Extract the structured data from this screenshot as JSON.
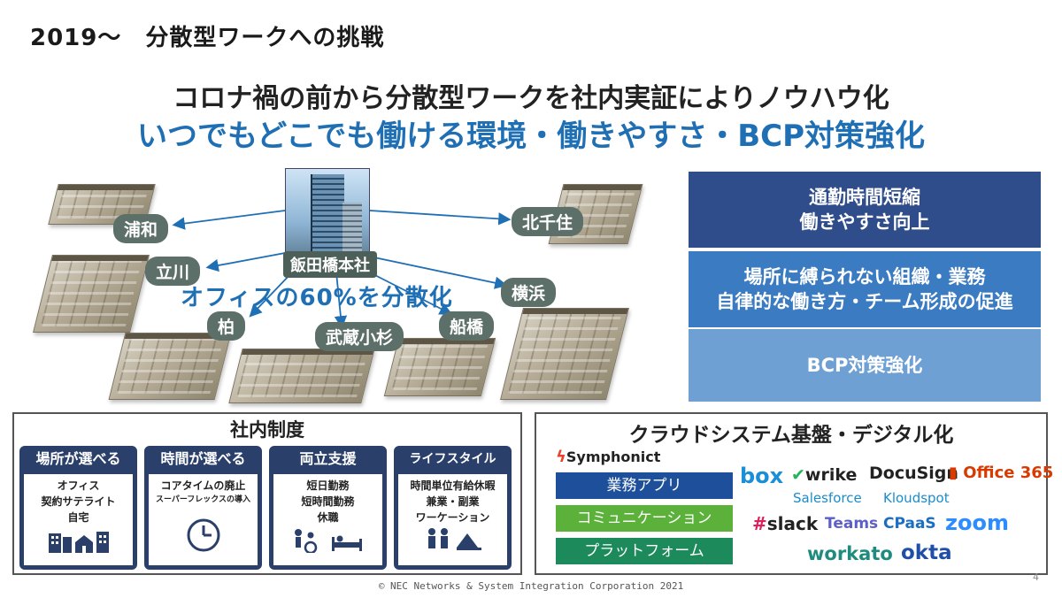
{
  "header": {
    "title": "2019～　分散型ワークへの挑戦",
    "headline_1": "コロナ禍の前から分散型ワークを社内実証によりノウハウ化",
    "headline_2": "いつでもどこでも働ける環境・働きやすさ・BCP対策強化"
  },
  "map": {
    "hq": "飯田橋本社",
    "disperse_text": "オフィスの60%を分散化",
    "locations": [
      "浦和",
      "北千住",
      "立川",
      "横浜",
      "柏",
      "武蔵小杉",
      "船橋"
    ]
  },
  "benefits": {
    "b1_line1": "通勤時間短縮",
    "b1_line2": "働きやすさ向上",
    "b2_line1": "場所に縛られない組織・業務",
    "b2_line2": "自律的な働き方・チーム形成の促進",
    "b3_line1": "BCP対策強化"
  },
  "internal": {
    "title": "社内制度",
    "cards": [
      {
        "head": "場所が選べる",
        "lines": [
          "オフィス",
          "契約サテライト",
          "自宅"
        ],
        "icon": "building-icon"
      },
      {
        "head": "時間が選べる",
        "lines": [
          "コアタイムの廃止",
          "スーパーフレックスの導入"
        ],
        "icon": "clock-icon"
      },
      {
        "head": "両立支援",
        "lines": [
          "短日勤務",
          "短時間勤務",
          "休職"
        ],
        "icon": "care-icon"
      },
      {
        "head": "ライフスタイル",
        "lines": [
          "時間単位有給休暇",
          "兼業・副業",
          "ワーケーション"
        ],
        "icon": "people-icon"
      }
    ]
  },
  "cloud": {
    "title": "クラウドシステム基盤・デジタル化",
    "brand": "Symphonict",
    "categories": [
      "業務アプリ",
      "コミュニケーション",
      "プラットフォーム"
    ],
    "logos": {
      "box": "box",
      "wrike": "wrike",
      "docusign": "DocuSign",
      "office": "Office 365",
      "salesforce": "Salesforce",
      "kloudspot": "Kloudspot",
      "slack": "slack",
      "teams": "Teams",
      "cpaas": "CPaaS",
      "zoom": "zoom",
      "workato": "workato",
      "okta": "okta"
    }
  },
  "footer": {
    "copyright": "© NEC Networks & System Integration Corporation 2021",
    "page": "4"
  },
  "colors": {
    "accent_blue": "#1f6fb5",
    "navy": "#2a3f6a",
    "benefit_1": "#2f4d8a",
    "benefit_2": "#3a7bc1",
    "benefit_3": "#6fa0d4",
    "green": "#5cb13a",
    "teal": "#1d8a5c"
  }
}
